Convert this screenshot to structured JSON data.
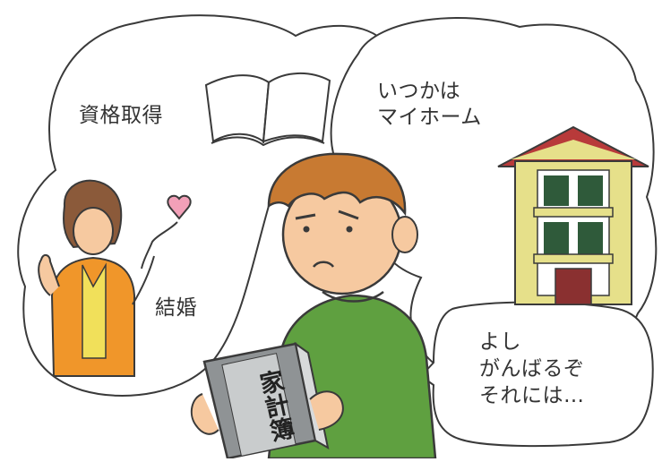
{
  "labels": {
    "qualification": "資格取得",
    "home_line1": "いつかは",
    "home_line2": "マイホーム",
    "marriage": "結婚",
    "self_line1": "よし",
    "self_line2": "がんばるぞ",
    "self_line3": "それには…"
  },
  "book": {
    "title": "家計簿"
  },
  "colors": {
    "outline": "#3a3a3a",
    "shirt_green": "#5fa040",
    "hair_brown": "#c87a32",
    "skin": "#f6c9a0",
    "building_wall": "#e6e08a",
    "building_roof": "#b83a3a",
    "window_green": "#2f5a3a",
    "woman_jacket": "#f0962a",
    "woman_top": "#f1e05a",
    "heart_pink": "#f2a0b8",
    "ledger_gray": "#8f9395"
  }
}
